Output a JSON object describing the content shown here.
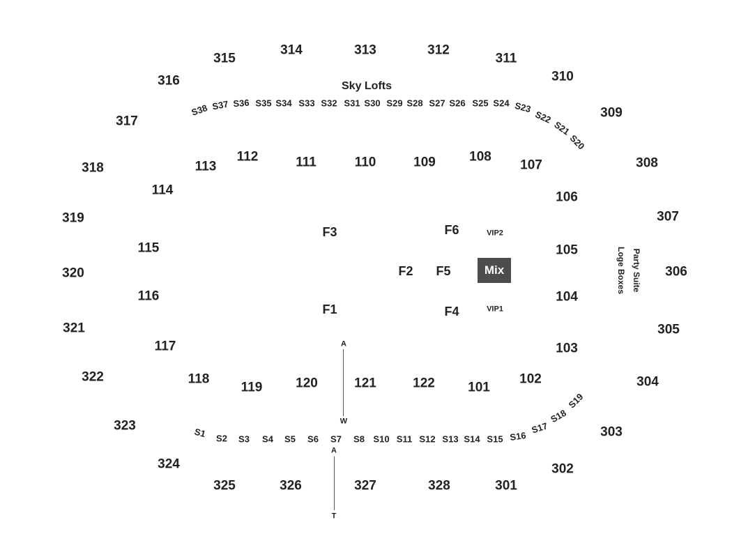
{
  "upper_sections": [
    "315",
    "314",
    "313",
    "312",
    "311",
    "316",
    "310",
    "317",
    "309",
    "318",
    "308",
    "319",
    "307",
    "320",
    "306",
    "321",
    "305",
    "322",
    "304",
    "323",
    "303",
    "324",
    "302",
    "325",
    "326",
    "327",
    "328",
    "301"
  ],
  "lower_sections": [
    "113",
    "112",
    "111",
    "110",
    "109",
    "108",
    "107",
    "114",
    "106",
    "115",
    "105",
    "116",
    "104",
    "117",
    "103",
    "118",
    "119",
    "120",
    "121",
    "122",
    "101",
    "102"
  ],
  "floor_sections": [
    "F1",
    "F2",
    "F3",
    "F4",
    "F5",
    "F6"
  ],
  "vip": [
    "VIP1",
    "VIP2"
  ],
  "mix_label": "Mix",
  "sky_lofts_title": "Sky Lofts",
  "sky_lofts_top": [
    "S38",
    "S37",
    "S36",
    "S35",
    "S34",
    "S33",
    "S32",
    "S31",
    "S30",
    "S29",
    "S28",
    "S27",
    "S26",
    "S25",
    "S24",
    "S23",
    "S22",
    "S21",
    "S20"
  ],
  "suites_bottom": [
    "S1",
    "S2",
    "S3",
    "S4",
    "S5",
    "S6",
    "S7",
    "S8",
    "S10",
    "S11",
    "S12",
    "S13",
    "S14",
    "S15",
    "S16",
    "S17",
    "S18",
    "S19"
  ],
  "side_labels": {
    "party_suite": "Party Suite",
    "loge_boxes": "Loge Boxes"
  },
  "entrances": {
    "aw_top": "A",
    "aw_bottom": "W",
    "at_top": "A",
    "at_bottom": "T"
  }
}
